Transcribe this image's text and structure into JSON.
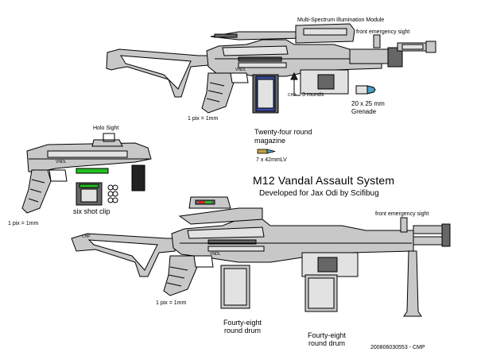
{
  "title": "M12 Vandal Assault System",
  "subtitle": "Developed for Jax Odi by Scifibug",
  "labels": {
    "illumination_module": "Multi-Spectrum Illumination Module",
    "front_sight_top": "front emergency sight",
    "front_sight_bottom": "front emergency sight",
    "holo_sight": "Holo Sight",
    "scale_top": "1 pix = 1mm",
    "scale_left": "1 pix = 1mm",
    "scale_bottom": "1 pix = 1mm",
    "magazine_line1": "Twenty-four round",
    "magazine_line2": "magazine",
    "ammo": "7 x 42mmLV",
    "grenade_rounds": "3 rounds",
    "grenade_line1": "20 x 25 mm",
    "grenade_line2": "Grenade",
    "six_shot_clip": "six shot clip",
    "drum_left_line1": "Fourty-eight",
    "drum_left_line2": "round drum",
    "drum_right_line1": "Fourty-eight",
    "drum_right_line2": "round drum",
    "stamp_chp_top": "CHP",
    "stamp_chp_bottom": "CHP",
    "stamp_vndl_top": "VNDL",
    "stamp_vndl_left": "VNDL",
    "stamp_vndl_bottom": "VNDL",
    "signature": "200806030553 - CMP"
  },
  "colors": {
    "body": "#c8c8c8",
    "body_light": "#e2e2e2",
    "dark": "#555555",
    "outline": "#000000",
    "magazine_stripe": "#3a4aa0",
    "clip_green": "#22c022",
    "holo_red": "#e02020",
    "grenade_tip": "#4aa0c8"
  }
}
